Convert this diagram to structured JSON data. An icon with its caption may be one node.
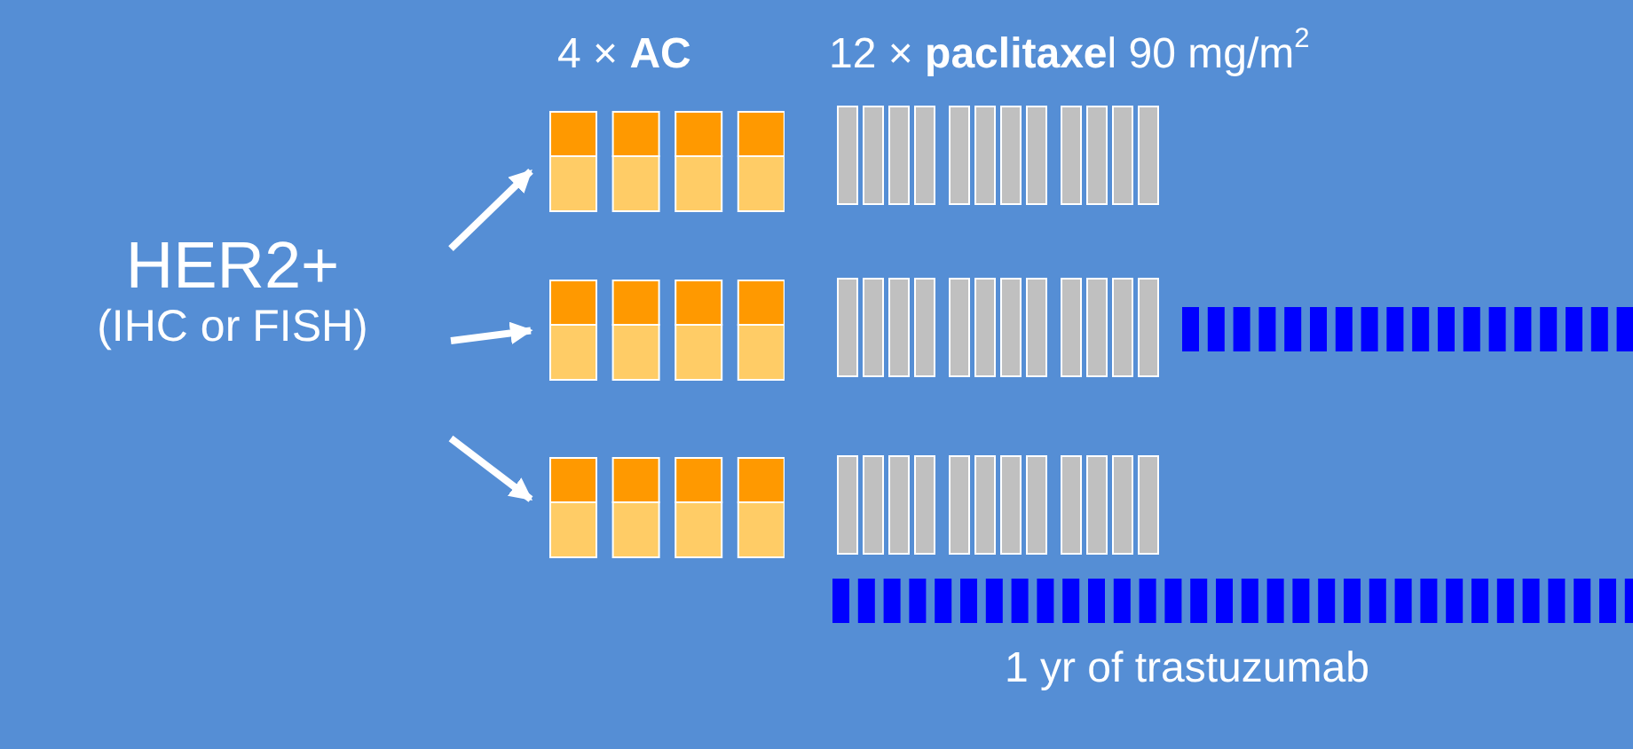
{
  "diagram": {
    "nodes": [
      {
        "text": [
          "HER2+",
          "(IHC or FISH)"
        ]
      },
      {
        "text": [],
        "shape": "box"
      },
      {
        "text": [],
        "shape": "box"
      },
      {
        "text": [],
        "shape": "box"
      }
    ],
    "edges": [
      {
        "from": 0,
        "to": 1,
        "arrow": "to"
      },
      {
        "from": 0,
        "to": 2,
        "arrow": "to"
      },
      {
        "from": 0,
        "to": 3,
        "arrow": "to"
      }
    ],
    "labels": [
      "4 × **AC**",
      "12 × **paclitaxe**l 90 mg/m$^{2}$",
      "1 yr of trastuzumab"
    ]
  }
}
